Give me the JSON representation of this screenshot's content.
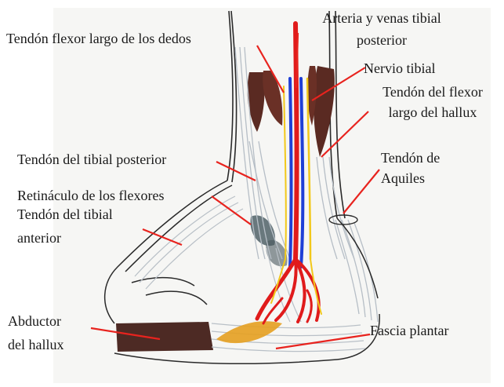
{
  "labels": {
    "flexor_dedos": "Tendón flexor largo de los dedos",
    "arteria_l1": "Arteria y venas tibial",
    "arteria_l2": "posterior",
    "nervio": "Nervio tibial",
    "flexor_hallux_l1": "Tendón del flexor",
    "flexor_hallux_l2": "largo del hallux",
    "tibial_posterior": "Tendón del tibial posterior",
    "aquiles_l1": "Tendón de",
    "aquiles_l2": "Aquiles",
    "retinaculo": "Retináculo de los flexores",
    "tibial_anterior_l1": "Tendón del tibial",
    "tibial_anterior_l2": "anterior",
    "abductor_l1": "Abductor",
    "abductor_l2": "del hallux",
    "fascia": "Fascia plantar"
  },
  "colors": {
    "pointer": "#e8231e",
    "artery": "#e01b1b",
    "vein": "#1f3fd6",
    "nerve": "#f2c81a",
    "muscle": "#5a2a22",
    "fat": "#e6a020",
    "tendon": "#b9c0c7",
    "ink": "#222222",
    "paper": "#f7f7f5"
  }
}
